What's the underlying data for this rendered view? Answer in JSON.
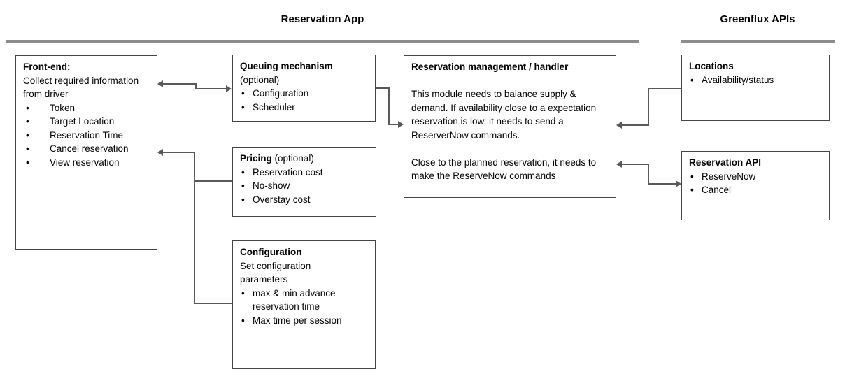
{
  "headers": [
    {
      "label": "Reservation App"
    },
    {
      "label": "Greenflux APIs"
    }
  ],
  "boxes": {
    "frontend": {
      "title": "Front-end:",
      "body": "Collect required information from driver",
      "bullets": [
        "Token",
        "Target Location",
        "Reservation Time",
        "Cancel reservation",
        "View reservation"
      ]
    },
    "queuing": {
      "title": "Queuing mechanism",
      "subtitle": "(optional)",
      "bullets": [
        "Configuration",
        "Scheduler"
      ]
    },
    "pricing": {
      "title": "Pricing",
      "title_suffix": "(optional)",
      "bullets": [
        "Reservation cost",
        "No-show",
        "Overstay cost"
      ]
    },
    "configuration": {
      "title": "Configuration",
      "body": "Set configuration parameters",
      "bullets": [
        "max & min advance reservation time",
        "Max time per session"
      ]
    },
    "management": {
      "title": "Reservation management / handler",
      "paragraphs": [
        "This module needs to balance supply & demand. If availability close to a expectation reservation is low, it needs to send a ReserverNow commands.",
        "Close to the planned reservation, it needs to make the ReserveNow commands"
      ]
    },
    "locations": {
      "title": "Locations",
      "bullets": [
        "Availability/status"
      ]
    },
    "reservation_api": {
      "title": "Reservation API",
      "bullets": [
        "ReserveNow",
        "Cancel"
      ]
    }
  },
  "colors": {
    "line": "#595959",
    "divider": "#8c8c8c",
    "border": "#454545",
    "text": "#000000",
    "background": "#ffffff"
  }
}
